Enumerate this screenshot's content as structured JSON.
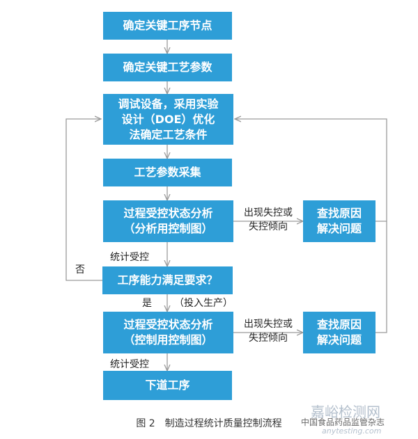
{
  "colors": {
    "box": "#2e9ed7",
    "line": "#9a9a9a"
  },
  "nodes": {
    "n1": "确定关键工序节点",
    "n2": "确定关键工艺参数",
    "n3": [
      "调试设备，采用实验",
      "设计（DOE）优化",
      "法确定工艺条件"
    ],
    "n4": "工艺参数采集",
    "n5": [
      "过程受控状态分析",
      "（分析用控制图）"
    ],
    "n6": "工序能力满足要求？",
    "n7": [
      "过程受控状态分析",
      "（控制用控制图）"
    ],
    "n8": "下道工序",
    "r1": [
      "查找原因",
      "解决问题"
    ],
    "r2": [
      "查找原因",
      "解决问题"
    ]
  },
  "labels": {
    "out_of_control_1": [
      "出现失控或",
      "失控倾向"
    ],
    "out_of_control_2": [
      "出现失控或",
      "失控倾向"
    ],
    "controlled_1": "统计受控",
    "controlled_2": "统计受控",
    "no": "否",
    "yes": "是",
    "production": "（投入生产）"
  },
  "caption": "图 2　制造过程统计质量控制流程",
  "watermark": {
    "text1": "嘉峪检测网",
    "text2": "中国食品药品监管杂志",
    "text3": "anytesting.com"
  }
}
